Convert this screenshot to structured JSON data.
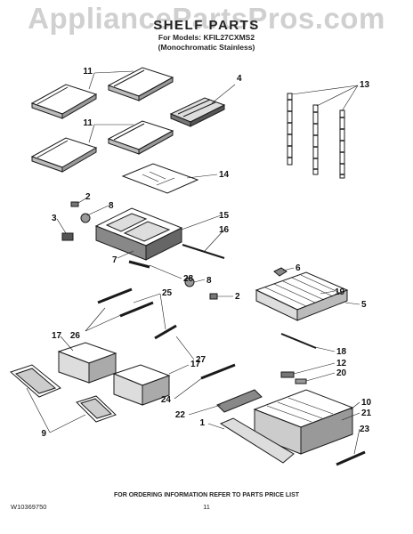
{
  "watermark": "AppliancePartsPros.com",
  "header": {
    "title": "SHELF PARTS",
    "for_models": "For Models: KFIL27CXMS2",
    "variant": "(Monochromatic Stainless)"
  },
  "callouts": [
    "11",
    "4",
    "13",
    "11",
    "14",
    "2",
    "8",
    "3",
    "15",
    "16",
    "7",
    "28",
    "6",
    "8",
    "2",
    "25",
    "19",
    "5",
    "26",
    "27",
    "17",
    "18",
    "12",
    "20",
    "17",
    "24",
    "22",
    "10",
    "21",
    "9",
    "1",
    "23"
  ],
  "footer": {
    "ordering_info": "FOR ORDERING INFORMATION REFER TO PARTS PRICE LIST",
    "document_number": "W10369750",
    "page_number": "11"
  },
  "colors": {
    "line": "#1a1a1a",
    "shade": "#9a9a9a",
    "fill": "#ffffff",
    "watermark": "#d0d0d0"
  }
}
